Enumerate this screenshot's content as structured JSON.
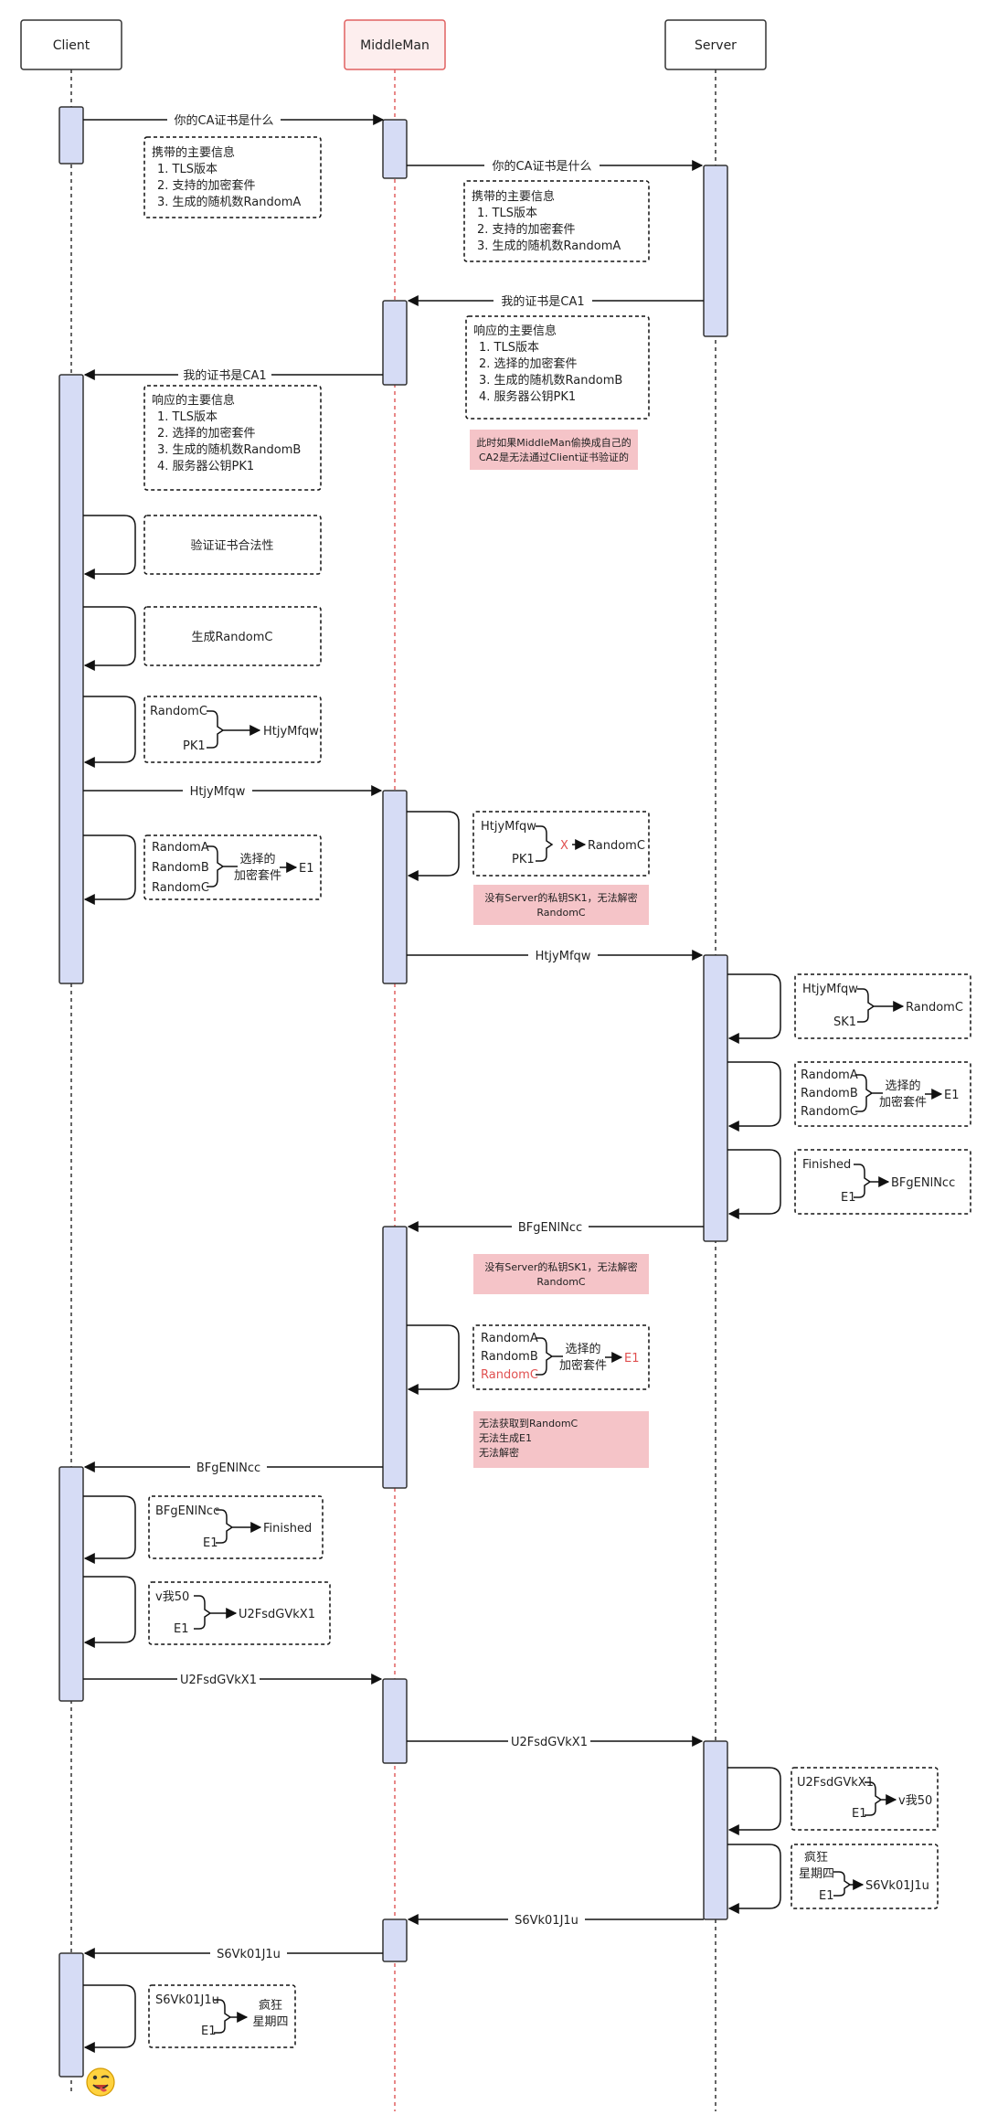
{
  "participants": {
    "client": "Client",
    "middleman": "MiddleMan",
    "server": "Server"
  },
  "colors": {
    "activation": "#d6dcf5",
    "red_note": "#f5c4c8",
    "middleman_border": "#e06060",
    "lifeline": "#333333",
    "highlight": "#e05050"
  },
  "messages": {
    "m1": "你的CA证书是什么",
    "m2": "你的CA证书是什么",
    "m3": "我的证书是CA1",
    "m4": "我的证书是CA1",
    "m5": "HtjyMfqw",
    "m6": "HtjyMfqw",
    "m7": "BFgENlNcc",
    "m8": "BFgENlNcc",
    "m9": "U2FsdGVkX1",
    "m10": "U2FsdGVkX1",
    "m11": "S6Vk01J1u",
    "m12": "S6Vk01J1u"
  },
  "notes": {
    "carry1": {
      "title": "携带的主要信息",
      "l1": "1. TLS版本",
      "l2": "2. 支持的加密套件",
      "l3": "3. 生成的随机数RandomA"
    },
    "carry2": {
      "title": "携带的主要信息",
      "l1": "1. TLS版本",
      "l2": "2. 支持的加密套件",
      "l3": "3. 生成的随机数RandomA"
    },
    "resp1": {
      "title": "响应的主要信息",
      "l1": "1. TLS版本",
      "l2": "2. 选择的加密套件",
      "l3": "3. 生成的随机数RandomB",
      "l4": "4. 服务器公钥PK1"
    },
    "resp2": {
      "title": "响应的主要信息",
      "l1": "1. TLS版本",
      "l2": "2. 选择的加密套件",
      "l3": "3. 生成的随机数RandomB",
      "l4": "4. 服务器公钥PK1"
    },
    "swap": {
      "l1": "此时如果MiddleMan偷换成自己的",
      "l2": "CA2是无法通过Client证书验证的"
    },
    "verify": "验证证书合法性",
    "gen_c": "生成RandomC",
    "enc_c": {
      "a": "RandomC",
      "b": "PK1",
      "out": "HtjyMfqw"
    },
    "client_e1": {
      "a": "RandomA",
      "b": "RandomB",
      "c": "RandomC",
      "mid1": "选择的",
      "mid2": "加密套件",
      "out": "E1"
    },
    "mm_fail": {
      "a": "HtjyMfqw",
      "b": "PK1",
      "x": "X",
      "out": "RandomC"
    },
    "no_sk1_a": {
      "l1": "没有Server的私钥SK1，无法解密",
      "l2": "RandomC"
    },
    "srv_dec": {
      "a": "HtjyMfqw",
      "b": "SK1",
      "out": "RandomC"
    },
    "srv_e1": {
      "a": "RandomA",
      "b": "RandomB",
      "c": "RandomC",
      "mid1": "选择的",
      "mid2": "加密套件",
      "out": "E1"
    },
    "srv_fin": {
      "a": "Finished",
      "b": "E1",
      "out": "BFgENlNcc"
    },
    "no_sk1_b": {
      "l1": "没有Server的私钥SK1，无法解密",
      "l2": "RandomC"
    },
    "mm_e1": {
      "a": "RandomA",
      "b": "RandomB",
      "c": "RandomC",
      "mid1": "选择的",
      "mid2": "加密套件",
      "out": "E1"
    },
    "mm_cant": {
      "l1": "无法获取到RandomC",
      "l2": "无法生成E1",
      "l3": "无法解密"
    },
    "cli_fin": {
      "a": "BFgENlNcc",
      "b": "E1",
      "out": "Finished"
    },
    "cli_enc": {
      "a": "v我50",
      "b": "E1",
      "out": "U2FsdGVkX1"
    },
    "srv_dec2": {
      "a": "U2FsdGVkX1",
      "b": "E1",
      "out": "v我50"
    },
    "srv_enc": {
      "a1": "疯狂",
      "a2": "星期四",
      "b": "E1",
      "out": "S6Vk01J1u"
    },
    "cli_dec": {
      "a": "S6Vk01J1u",
      "b": "E1",
      "out1": "疯狂",
      "out2": "星期四"
    }
  },
  "emoji": "😜"
}
